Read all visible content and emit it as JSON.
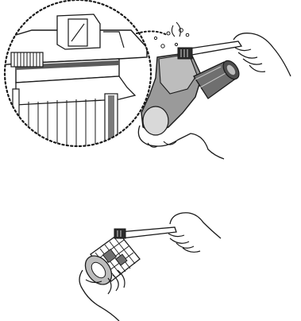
{
  "figure": {
    "panels": [
      {
        "id": "top",
        "description_icons": [
          "magnifier-inset",
          "cyclone-body",
          "cleaning-brush",
          "hand"
        ]
      },
      {
        "id": "bottom",
        "description_icons": [
          "filter-cylinder",
          "cleaning-brush",
          "hand"
        ]
      }
    ]
  },
  "colors": {
    "line": "#1a1a1a",
    "fill_light": "#ffffff",
    "fill_gray": "#bdbdbd",
    "fill_dark": "#6f6f6f"
  }
}
